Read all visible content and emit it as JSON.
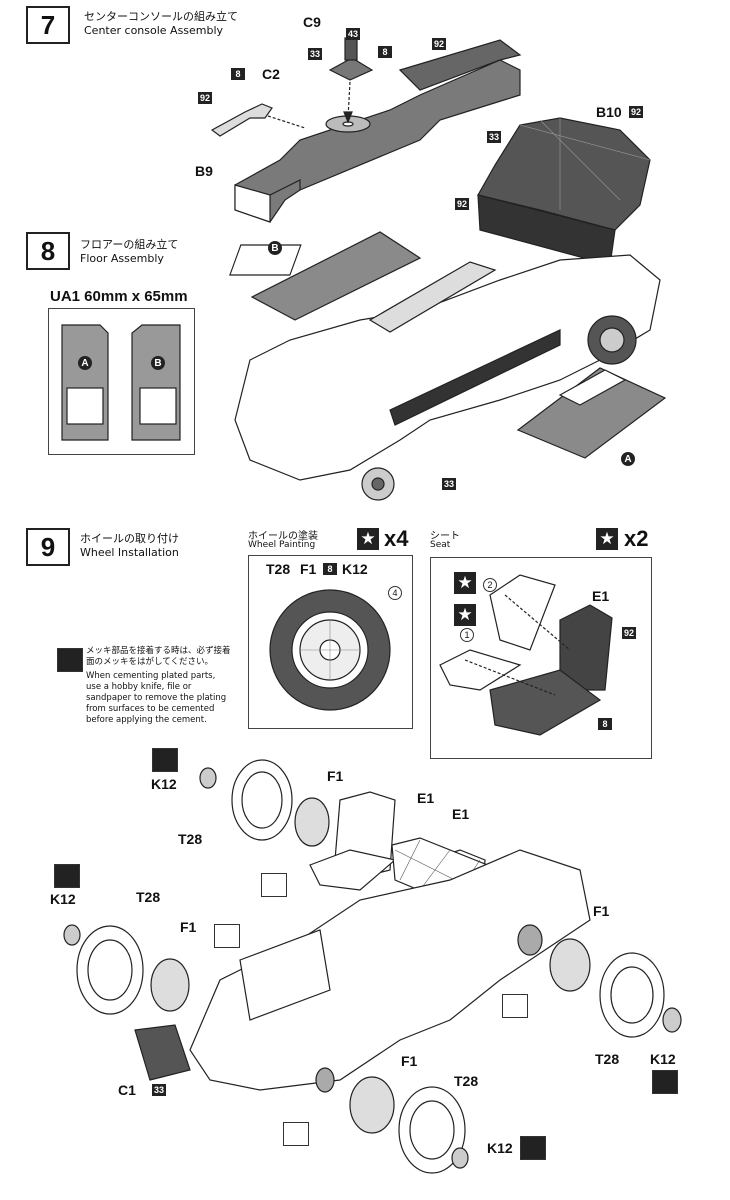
{
  "steps": [
    {
      "number": "7",
      "title_jp": "センターコンソールの組み立て",
      "title_en": "Center console Assembly"
    },
    {
      "number": "8",
      "title_jp": "フロアーの組み立て",
      "title_en": "Floor Assembly"
    },
    {
      "number": "9",
      "title_jp": "ホイールの取り付け",
      "title_en": "Wheel Installation"
    }
  ],
  "step7": {
    "labels": {
      "c9": "C9",
      "c2": "C2",
      "b9": "B9",
      "b10": "B10"
    },
    "boxes": {
      "n43": "43",
      "n33a": "33",
      "n8a": "8",
      "n8b": "8",
      "n92a": "92",
      "n92b": "92",
      "n92c": "92",
      "n33b": "33",
      "n92d": "92"
    }
  },
  "step8": {
    "decal_size": "UA1 60mm x 65mm",
    "decal_a": "A",
    "decal_b": "B",
    "floor_b": "B",
    "floor_a": "A",
    "box33": "33"
  },
  "step9": {
    "wheel_painting": {
      "title_jp": "ホイールの塗装",
      "title_en": "Wheel Painting",
      "multiplier": "x4",
      "labels": {
        "t28": "T28",
        "f1": "F1",
        "n8": "8",
        "k12": "K12",
        "c4": "4"
      }
    },
    "seat": {
      "title_jp": "シート",
      "title_en": "Seat",
      "multiplier": "x2",
      "labels": {
        "e1": "E1",
        "n92": "92",
        "n8": "8",
        "c1": "1",
        "c2": "2"
      }
    },
    "note_jp": "メッキ部品を接着する時は、必ず接着面のメッキをはがしてください。",
    "note_en": "When cementing plated parts, use a hobby knife, file or sandpaper to remove the plating from surfaces to be cemented before applying the cement.",
    "labels": {
      "k12a": "K12",
      "f1a": "F1",
      "t28a": "T28",
      "e1a": "E1",
      "e1b": "E1",
      "k12b": "K12",
      "t28b": "T28",
      "f1b": "F1",
      "f1c": "F1",
      "t28c": "T28",
      "k12c": "K12",
      "c1": "C1",
      "n33": "33",
      "f1d": "F1",
      "t28d": "T28",
      "k12d": "K12"
    }
  }
}
